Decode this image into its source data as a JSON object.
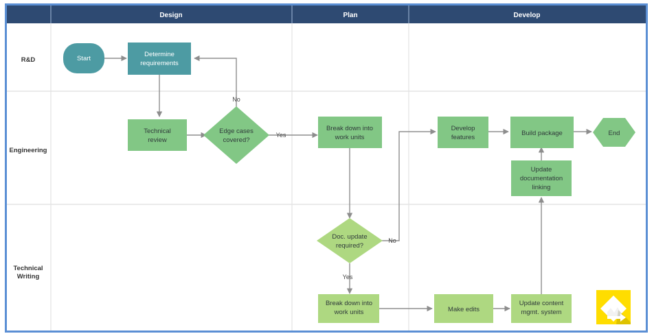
{
  "diagram": {
    "type": "swimlane-flowchart",
    "border_color": "#5b8fd4",
    "header_fill": "#2e4a72",
    "header_text_color": "#ffffff",
    "grid_line_color": "#e3e3e3",
    "connector_color": "#8d8d8d",
    "columns": [
      {
        "id": "lane-col",
        "label": ""
      },
      {
        "id": "design",
        "label": "Design"
      },
      {
        "id": "plan",
        "label": "Plan"
      },
      {
        "id": "develop",
        "label": "Develop"
      }
    ],
    "lanes": [
      {
        "id": "rnd",
        "label": "R&D"
      },
      {
        "id": "engineering",
        "label": "Engineering"
      },
      {
        "id": "technical-writing",
        "label": "Technical Writing"
      }
    ],
    "palette": {
      "teal": "#4d9ba3",
      "green": "#82c785",
      "light_green": "#aed881",
      "shape_stroke": "#79ba7d"
    },
    "nodes": [
      {
        "id": "start",
        "label": "Start",
        "shape": "stadium",
        "lane": "rnd",
        "column": "design",
        "fill": "#4d9ba3",
        "text_color": "#ffffff"
      },
      {
        "id": "determine-requirements",
        "label": "Determine requirements",
        "shape": "rect",
        "lane": "rnd",
        "column": "design",
        "fill": "#4d9ba3",
        "text_color": "#ffffff"
      },
      {
        "id": "technical-review",
        "label": "Technical review",
        "shape": "rect",
        "lane": "engineering",
        "column": "design",
        "fill": "#82c785",
        "text_color": "#2f3a3a"
      },
      {
        "id": "edge-cases-covered",
        "label": "Edge cases covered?",
        "shape": "diamond",
        "lane": "engineering",
        "column": "design",
        "fill": "#82c785",
        "text_color": "#2f3a3a"
      },
      {
        "id": "break-down-work-units-plan",
        "label": "Break down into work units",
        "shape": "rect",
        "lane": "engineering",
        "column": "plan",
        "fill": "#82c785",
        "text_color": "#2f3a3a"
      },
      {
        "id": "develop-features",
        "label": "Develop features",
        "shape": "rect",
        "lane": "engineering",
        "column": "develop",
        "fill": "#82c785",
        "text_color": "#2f3a3a"
      },
      {
        "id": "build-package",
        "label": "Build package",
        "shape": "rect",
        "lane": "engineering",
        "column": "develop",
        "fill": "#82c785",
        "text_color": "#2f3a3a"
      },
      {
        "id": "end",
        "label": "End",
        "shape": "hexagon",
        "lane": "engineering",
        "column": "develop",
        "fill": "#82c785",
        "text_color": "#2f3a3a"
      },
      {
        "id": "update-documentation-linking",
        "label": "Update documentation linking",
        "shape": "rect",
        "lane": "engineering",
        "column": "develop",
        "fill": "#82c785",
        "text_color": "#2f3a3a"
      },
      {
        "id": "doc-update-required",
        "label": "Doc. update required?",
        "shape": "diamond",
        "lane": "technical-writing",
        "column": "plan",
        "fill": "#aed881",
        "text_color": "#2f3a3a"
      },
      {
        "id": "break-down-work-units-tw",
        "label": "Break down into work units",
        "shape": "rect",
        "lane": "technical-writing",
        "column": "plan",
        "fill": "#aed881",
        "text_color": "#2f3a3a"
      },
      {
        "id": "make-edits",
        "label": "Make edits",
        "shape": "rect",
        "lane": "technical-writing",
        "column": "develop",
        "fill": "#aed881",
        "text_color": "#2f3a3a"
      },
      {
        "id": "update-content-mgmt-system",
        "label": "Update content mgmt. system",
        "shape": "rect",
        "lane": "technical-writing",
        "column": "develop",
        "fill": "#aed881",
        "text_color": "#2f3a3a"
      }
    ],
    "node_labels": {
      "start": "Start",
      "determine_requirements_line1": "Determine",
      "determine_requirements_line2": "requirements",
      "technical_review_line1": "Technical",
      "technical_review_line2": "review",
      "edge_cases_line1": "Edge cases",
      "edge_cases_line2": "covered?",
      "break_down_plan_line1": "Break down into",
      "break_down_plan_line2": "work units",
      "develop_features_line1": "Develop",
      "develop_features_line2": "features",
      "build_package": "Build package",
      "end": "End",
      "update_doc_line1": "Update",
      "update_doc_line2": "documentation",
      "update_doc_line3": "linking",
      "doc_update_line1": "Doc. update",
      "doc_update_line2": "required?",
      "break_down_tw_line1": "Break down into",
      "break_down_tw_line2": "work units",
      "make_edits": "Make edits",
      "update_cms_line1": "Update content",
      "update_cms_line2": "mgmt. system"
    },
    "edges": [
      {
        "id": "start-to-determine",
        "from": "start",
        "to": "determine-requirements",
        "label": ""
      },
      {
        "id": "determine-to-technical-review",
        "from": "determine-requirements",
        "to": "technical-review",
        "label": ""
      },
      {
        "id": "technical-review-to-edge-cases",
        "from": "technical-review",
        "to": "edge-cases-covered",
        "label": ""
      },
      {
        "id": "edge-cases-no-to-determine",
        "from": "edge-cases-covered",
        "to": "determine-requirements",
        "label": "No"
      },
      {
        "id": "edge-cases-yes-to-break-down",
        "from": "edge-cases-covered",
        "to": "break-down-work-units-plan",
        "label": "Yes"
      },
      {
        "id": "break-down-to-doc-update",
        "from": "break-down-work-units-plan",
        "to": "doc-update-required",
        "label": ""
      },
      {
        "id": "doc-update-no-to-develop-features",
        "from": "doc-update-required",
        "to": "develop-features",
        "label": "No"
      },
      {
        "id": "doc-update-yes-to-break-down-tw",
        "from": "doc-update-required",
        "to": "break-down-work-units-tw",
        "label": "Yes"
      },
      {
        "id": "develop-features-to-build-package",
        "from": "develop-features",
        "to": "build-package",
        "label": ""
      },
      {
        "id": "build-package-to-end",
        "from": "build-package",
        "to": "end",
        "label": ""
      },
      {
        "id": "update-doc-to-build-package",
        "from": "update-documentation-linking",
        "to": "build-package",
        "label": ""
      },
      {
        "id": "break-down-tw-to-make-edits",
        "from": "break-down-work-units-tw",
        "to": "make-edits",
        "label": ""
      },
      {
        "id": "make-edits-to-update-cms",
        "from": "make-edits",
        "to": "update-content-mgmt-system",
        "label": ""
      },
      {
        "id": "update-cms-to-update-doc",
        "from": "update-content-mgmt-system",
        "to": "update-documentation-linking",
        "label": ""
      }
    ],
    "edge_labels": {
      "edge_no_1": "No",
      "edge_yes_1": "Yes",
      "edge_no_2": "No",
      "edge_yes_2": "Yes"
    },
    "watermark": {
      "name": "smartdraw-logo",
      "background": "#ffdd00",
      "mark_color": "#ffffff"
    }
  }
}
